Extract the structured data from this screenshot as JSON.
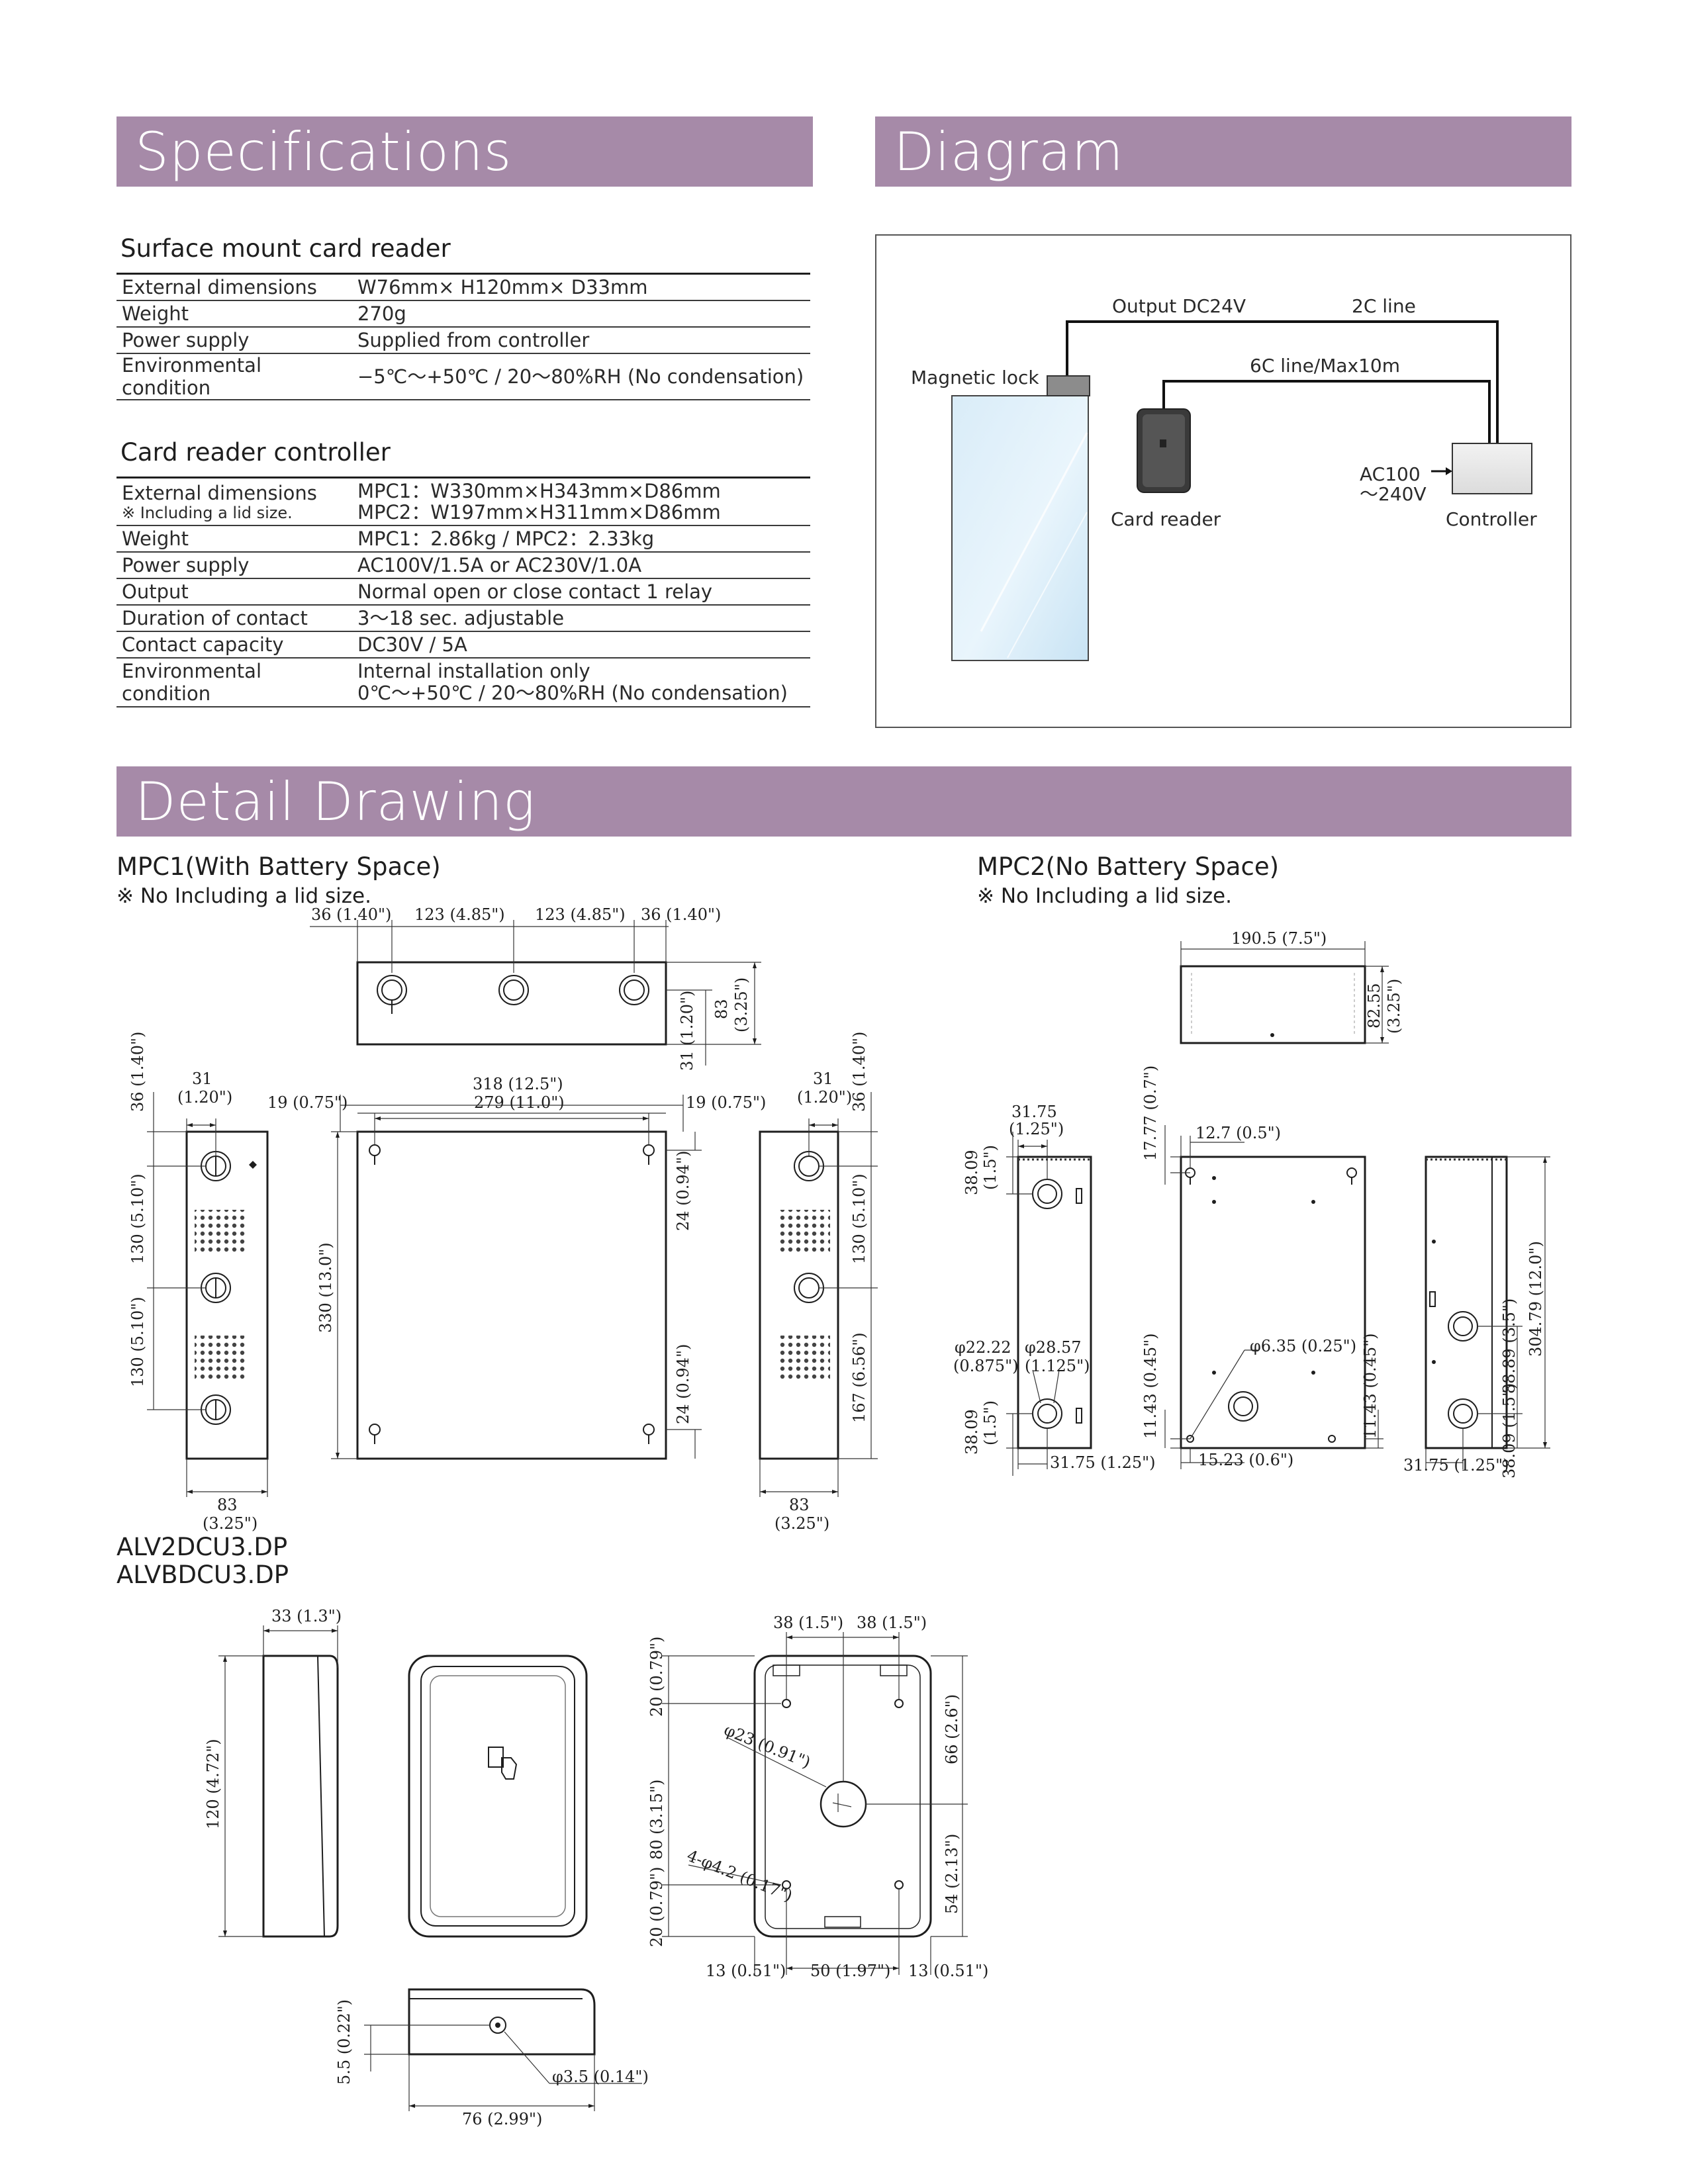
{
  "banners": {
    "specifications": "Specifications",
    "diagram": "Diagram",
    "detail_drawing": "Detail Drawing"
  },
  "surface_reader": {
    "title": "Surface mount card reader",
    "rows": [
      {
        "key": "External dimensions",
        "value": "W76mm× H120mm× D33mm"
      },
      {
        "key": "Weight",
        "value": "270g"
      },
      {
        "key": "Power supply",
        "value": "Supplied from controller"
      },
      {
        "key": "Environmental condition",
        "value": "−5℃〜+50℃ / 20〜80%RH (No condensation)"
      }
    ]
  },
  "controller": {
    "title": "Card reader controller",
    "ext_key": "External dimensions",
    "ext_note": "※ Including a lid size.",
    "ext_v1": "MPC1：W330mm×H343mm×D86mm",
    "ext_v2": "MPC2：W197mm×H311mm×D86mm",
    "rows": [
      {
        "key": "Weight",
        "value": "MPC1：2.86kg / MPC2：2.33kg"
      },
      {
        "key": "Power supply",
        "value": "AC100V/1.5A or AC230V/1.0A"
      },
      {
        "key": "Output",
        "value": "Normal open or close contact 1 relay"
      },
      {
        "key": "Duration of contact",
        "value": "3〜18 sec. adjustable"
      },
      {
        "key": "Contact capacity",
        "value": "DC30V / 5A"
      }
    ],
    "env_key": "Environmental condition",
    "env_v1": "Internal installation only",
    "env_v2": "0℃〜+50℃ / 20〜80%RH  (No condensation)"
  },
  "diagram": {
    "output": "Output DC24V",
    "line2c": "2C line",
    "line6c": "6C line/Max10m",
    "maglock": "Magnetic lock",
    "ac1": "AC100",
    "ac2": "〜240V",
    "card_reader": "Card reader",
    "controller": "Controller"
  },
  "mpc1": {
    "title": "MPC1(With Battery Space)",
    "note": "※ No Including a lid size.",
    "dims": {
      "t36a": "36 (1.40\")",
      "t123a": "123 (4.85\")",
      "t123b": "123 (4.85\")",
      "t36b": "36 (1.40\")",
      "h83": "83",
      "h83b": "(3.25\")",
      "h31": "31 (1.20\")",
      "w318": "318 (12.5\")",
      "w279": "279 (11.0\")",
      "s19a": "19 (0.75\")",
      "s19b": "19 (0.75\")",
      "l36": "36 (1.40\")",
      "l31": "31",
      "l31b": "(1.20\")",
      "l130a": "130 (5.10\")",
      "l130b": "130 (5.10\")",
      "b83": "83",
      "b83b": "(3.25\")",
      "v330": "330 (13.0\")",
      "v24a": "24 (0.94\")",
      "v24b": "24 (0.94\")",
      "r31": "31",
      "r31b": "(1.20\")",
      "r36": "36 (1.40\")",
      "r130": "130 (5.10\")",
      "r167": "167 (6.56\")",
      "rb83": "83",
      "rb83b": "(3.25\")"
    }
  },
  "mpc2": {
    "title": "MPC2(No Battery Space)",
    "note": "※ No Including a lid size.",
    "dims": {
      "w1905": "190.5 (7.5\")",
      "h8255": "82.55",
      "h8255b": "(3.25\")",
      "l3175": "31.75",
      "l3175b": "(1.25\")",
      "l3809": "38.09",
      "l3809b": "(1.5\")",
      "p2222": "φ22.22",
      "p2222b": "(0.875\")",
      "p2857": "φ28.57",
      "p2857b": "(1.125\")",
      "lb3809": "38.09",
      "lb3809b": "(1.5\")",
      "lb3175": "31.75 (1.25\")",
      "v1777": "17.77 (0.7\")",
      "t127": "12.7 (0.5\")",
      "v1143a": "11.43 (0.45\")",
      "p635": "φ6.35 (0.25\")",
      "b1523": "15.23 (0.6\")",
      "v1143b": "11.43 (0.45\")",
      "r30479": "304.79 (12.0\")",
      "r8889": "88.89 (3.5\")",
      "r3809": "38.09 (1.5\")",
      "rb3175": "31.75 (1.25\")"
    }
  },
  "reader": {
    "title1": "ALV2DCU3.DP",
    "title2": "ALVBDCU3.DP",
    "dims": {
      "d33": "33 (1.3\")",
      "v120": "120 (4.72\")",
      "t38a": "38 (1.5\")",
      "t38b": "38 (1.5\")",
      "v20a": "20 (0.79\")",
      "v80": "80 (3.15\")",
      "v20b": "20 (0.79\")",
      "p23": "φ23 (0.91\")",
      "p42": "4-φ4.2 (0.17\")",
      "v66": "66 (2.6\")",
      "v54": "54 (2.13\")",
      "b13a": "13 (0.51\")",
      "b50": "50 (1.97\")",
      "b13b": "13 (0.51\")",
      "v55": "5.5 (0.22\")",
      "p35": "φ3.5 (0.14\")",
      "b76": "76 (2.99\")"
    }
  }
}
